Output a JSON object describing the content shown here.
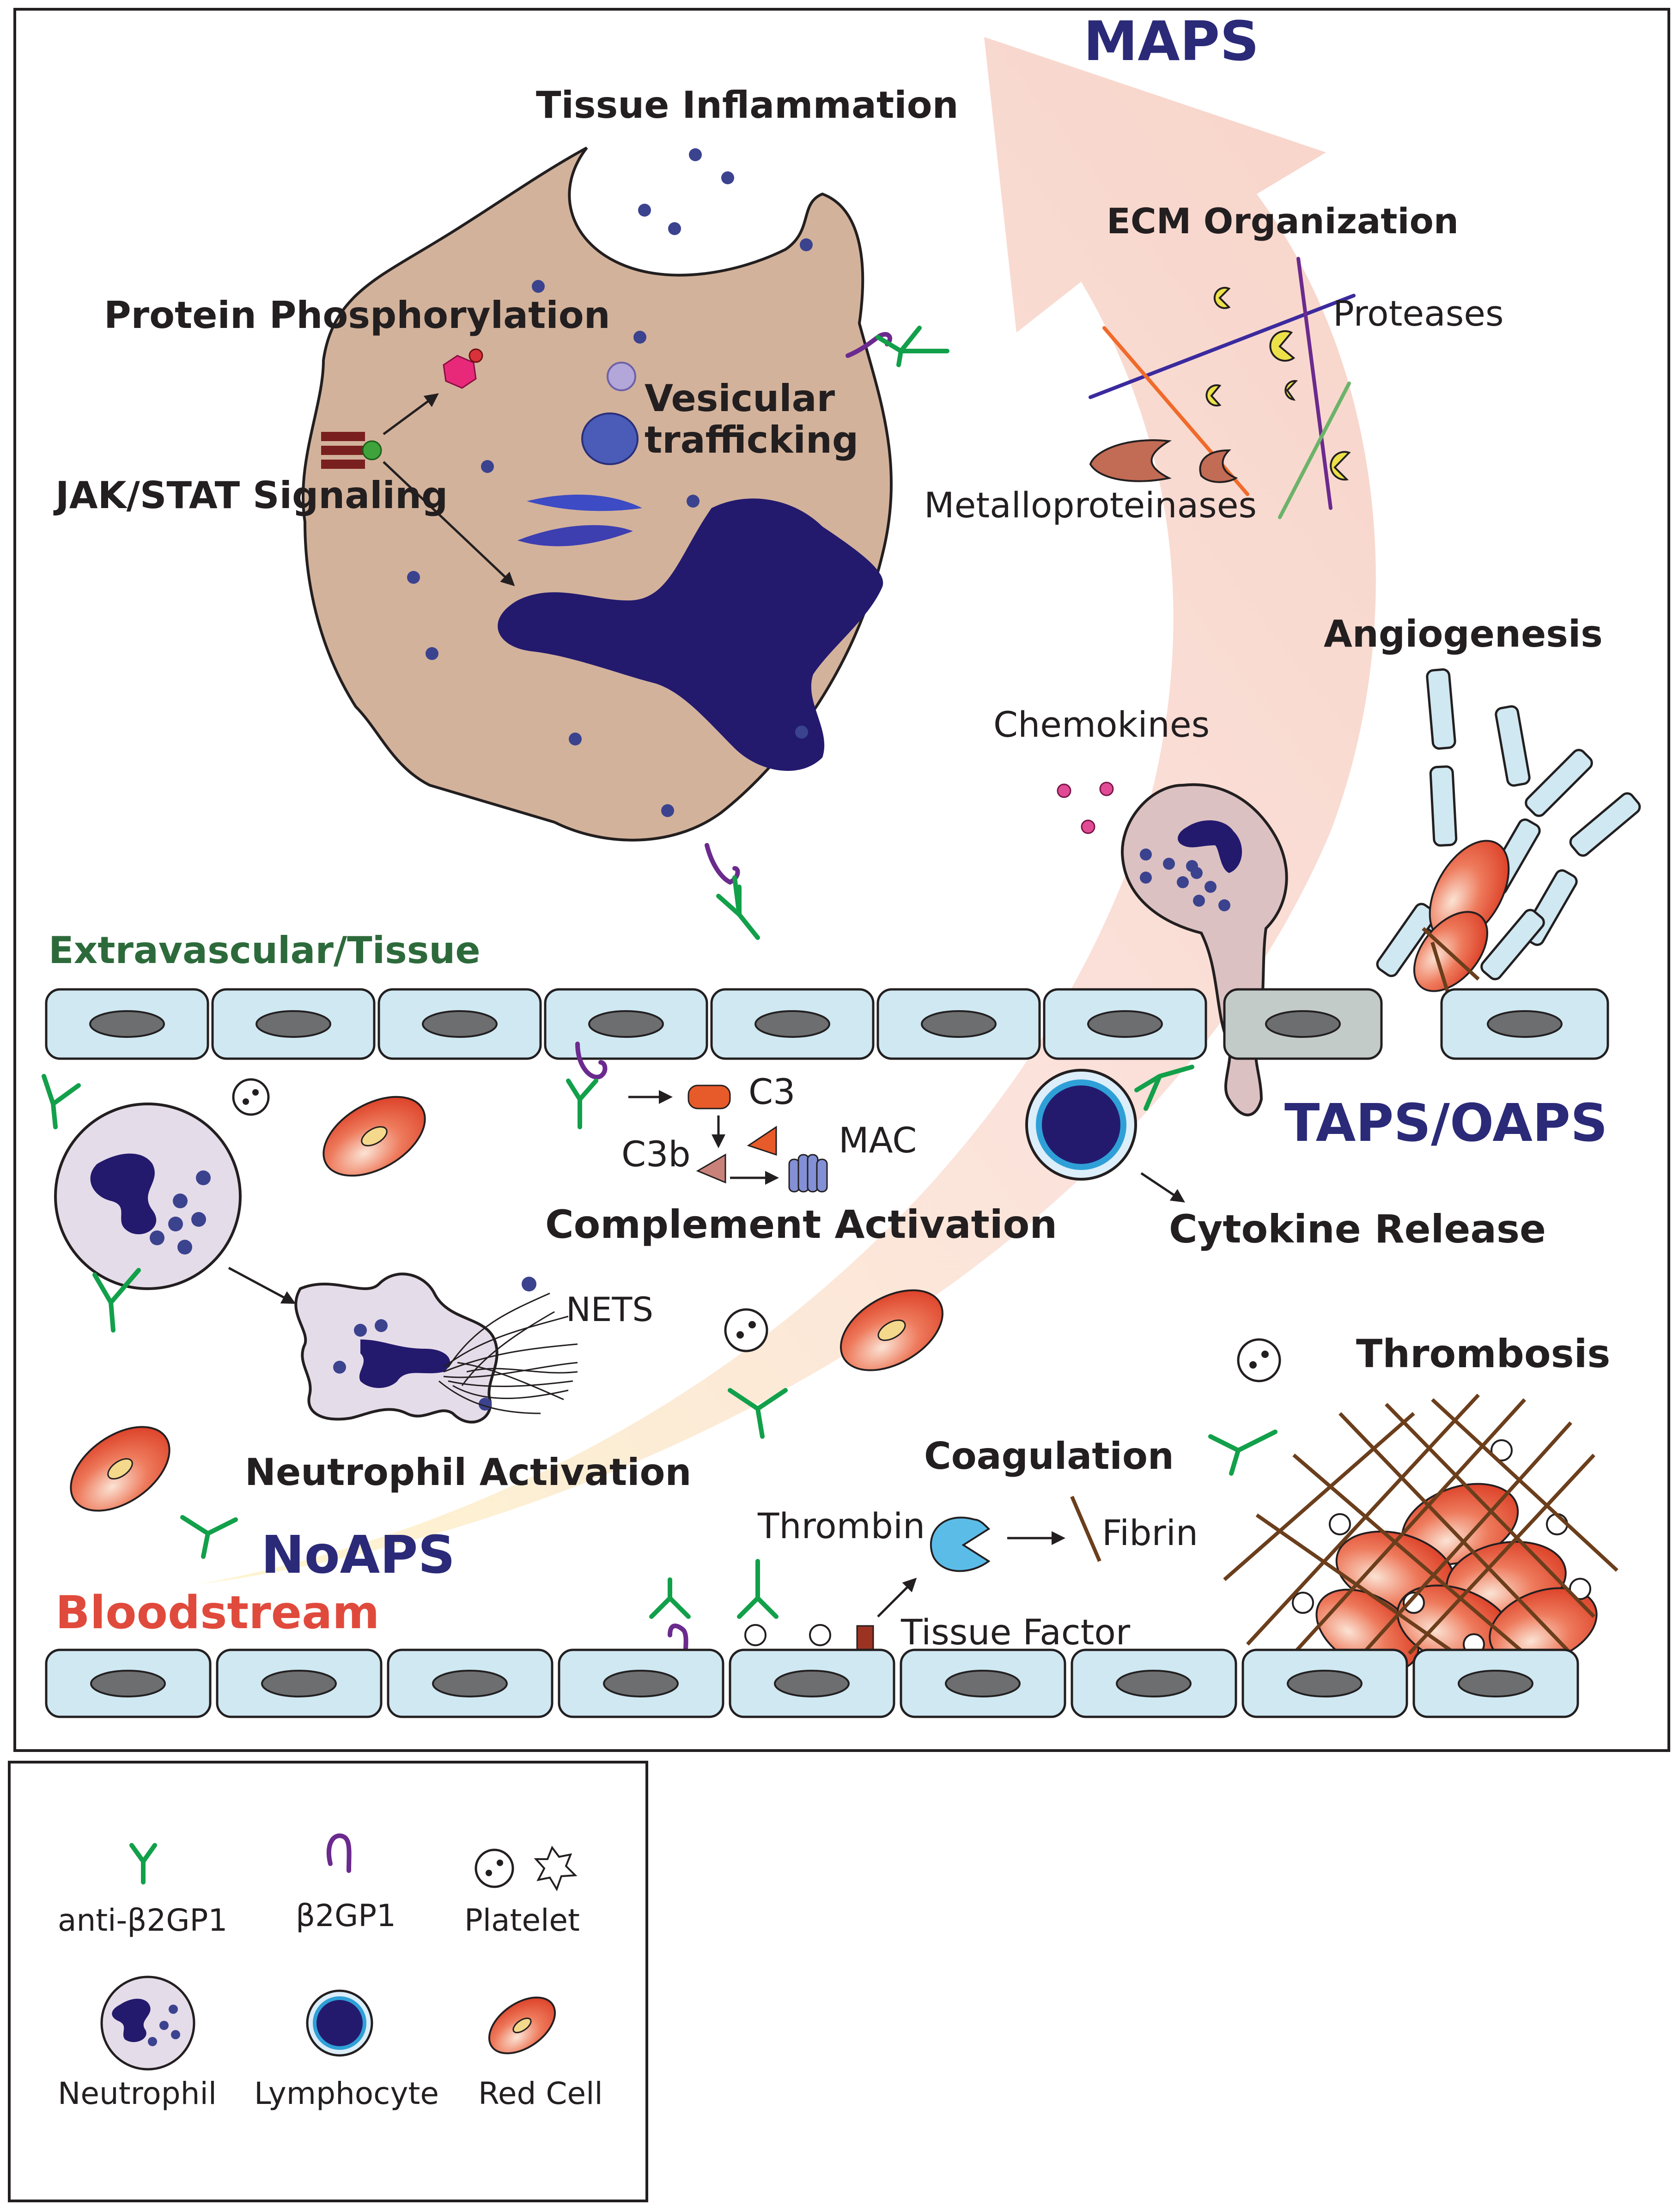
{
  "labels": {
    "maps": "MAPS",
    "tissue_inflammation": "Tissue Inflammation",
    "protein_phosphorylation": "Protein Phosphorylation",
    "jak_stat": "JAK/STAT Signaling",
    "vesicular": "Vesicular",
    "trafficking": "trafficking",
    "ecm_organization": "ECM Organization",
    "proteases": "Proteases",
    "metalloproteinases": "Metalloproteinases",
    "angiogenesis": "Angiogenesis",
    "chemokines": "Chemokines",
    "extravascular": "Extravascular/Tissue",
    "c3": "C3",
    "c3b": "C3b",
    "mac": "MAC",
    "complement_activation": "Complement Activation",
    "taps_oaps": "TAPS/OAPS",
    "cytokine_release": "Cytokine Release",
    "nets": "NETS",
    "neutrophil_activation": "Neutrophil Activation",
    "thrombosis": "Thrombosis",
    "coagulation": "Coagulation",
    "thrombin": "Thrombin",
    "fibrin": "Fibrin",
    "noaps": "NoAPS",
    "bloodstream": "Bloodstream",
    "tissue_factor": "Tissue Factor"
  },
  "legend": {
    "anti_b2gp1": "anti-β2GP1",
    "b2gp1": "β2GP1",
    "platelet": "Platelet",
    "neutrophil": "Neutrophil",
    "lymphocyte": "Lymphocyte",
    "red_cell": "Red Cell"
  },
  "colors": {
    "antibody": "#12a04a",
    "b2gp1": "#6b2a8e",
    "macrophage_fill": "#d3b29b",
    "nucleus": "#231a6e",
    "endothelium": "#cfe8f2",
    "red_cell": "#e6503a",
    "maps_title": "#2b2a78",
    "extravascular_label": "#2d6a3b",
    "bloodstream_label": "#e04a3c",
    "fibrin": "#6b3e1c"
  }
}
